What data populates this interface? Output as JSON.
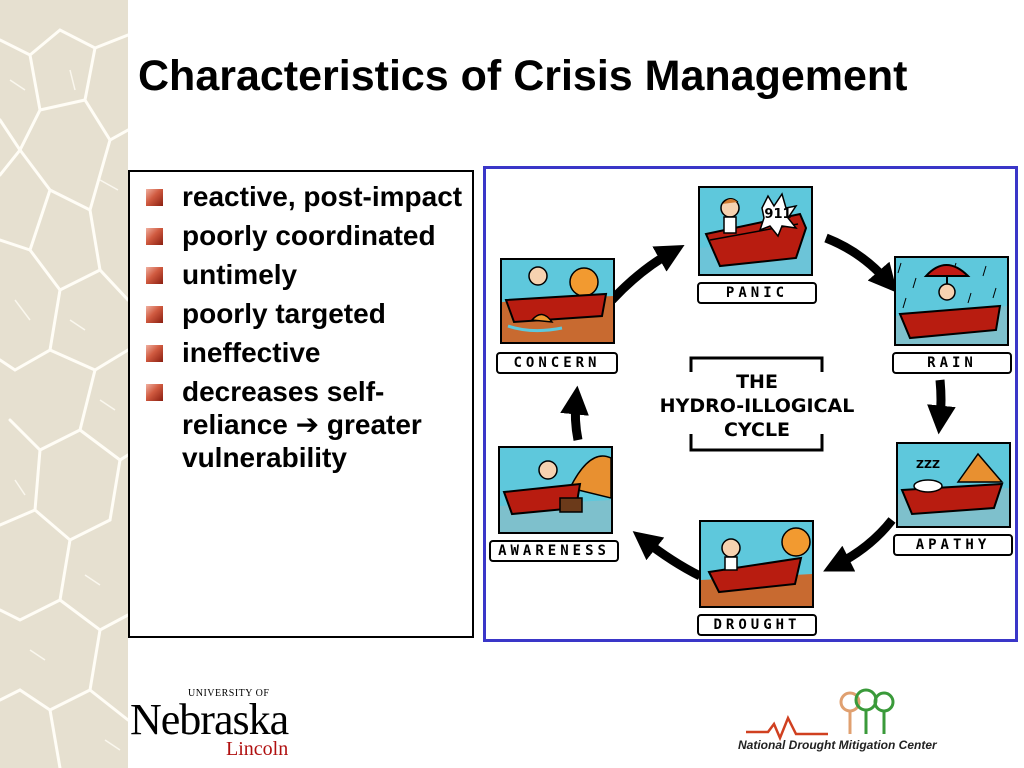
{
  "slide": {
    "title": "Characteristics of Crisis Management"
  },
  "bullets": [
    {
      "text": "reactive, post-impact"
    },
    {
      "text": "poorly coordinated"
    },
    {
      "text": "untimely"
    },
    {
      "text": "poorly targeted"
    },
    {
      "text": "ineffective"
    },
    {
      "text": "decreases self-reliance",
      "arrow_glyph": "➔",
      "continuation": "greater vulnerability"
    }
  ],
  "cycle": {
    "center_title_line1": "THE",
    "center_title_line2": "HYDRO-ILLOGICAL",
    "center_title_line3": "CYCLE",
    "stages": [
      {
        "label": "PANIC",
        "caption": "911"
      },
      {
        "label": "RAIN"
      },
      {
        "label": "APATHY",
        "caption": "ZZZ"
      },
      {
        "label": "DROUGHT"
      },
      {
        "label": "AWARENESS"
      },
      {
        "label": "CONCERN"
      }
    ]
  },
  "logos": {
    "nebraska": {
      "small": "UNIVERSITY OF",
      "main": "Nebraska",
      "sub": "Lincoln"
    },
    "ndmc": {
      "text": "National Drought Mitigation Center"
    }
  },
  "colors": {
    "cycle_border": "#3a36c8",
    "panel_sky": "#5ec8dc",
    "boat": "#b81c10",
    "bullet": "#c04830",
    "nebraska_red": "#b01010"
  }
}
